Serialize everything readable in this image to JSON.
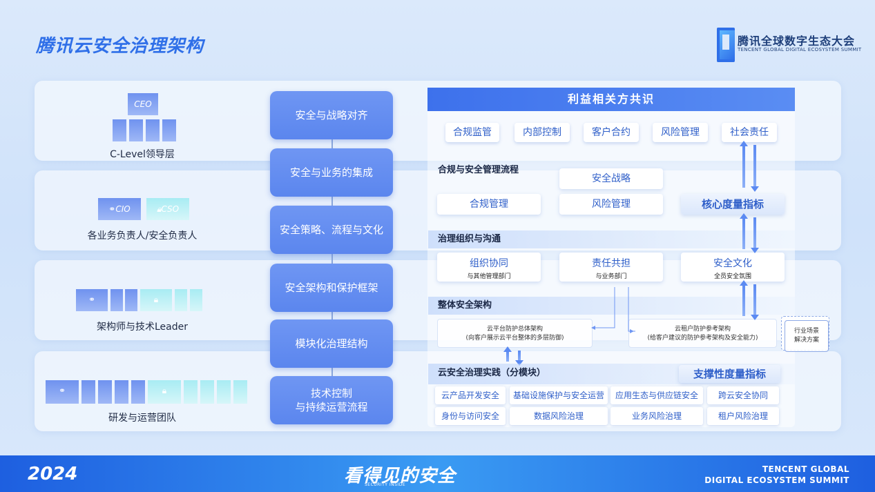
{
  "title": "腾讯云安全治理架构",
  "logo": {
    "name": "腾讯全球数字生态大会",
    "subtitle": "TENCENT GLOBAL DIGITAL ECOSYSTEM SUMMIT"
  },
  "tiers": [
    {
      "label": "C-Level领导层",
      "chip": "CEO"
    },
    {
      "label": "各业务负责人/安全负责人",
      "chips": [
        "CIO",
        "CSO"
      ]
    },
    {
      "label": "架构师与技术Leader"
    },
    {
      "label": "研发与运营团队"
    }
  ],
  "pillars": [
    "安全与战略对齐",
    "安全与业务的集成",
    "安全策略、流程与文化",
    "安全架构和保护框架",
    "模块化治理结构",
    "技术控制",
    "与持续运营流程"
  ],
  "consensus": {
    "title": "利益相关方共识",
    "tags": [
      "合规监管",
      "内部控制",
      "客户合约",
      "风险管理",
      "社会责任"
    ]
  },
  "compliance": {
    "title": "合规与安全管理流程",
    "strategy": "安全战略",
    "items": [
      "合规管理",
      "风险管理"
    ],
    "metric": "核心度量指标"
  },
  "org": {
    "title": "治理组织与沟通",
    "items": [
      {
        "label": "组织协同",
        "sub": "与其他管理部门"
      },
      {
        "label": "责任共担",
        "sub": "与业务部门"
      },
      {
        "label": "安全文化",
        "sub": "全员安全氛围"
      }
    ]
  },
  "arch": {
    "title": "整体安全架构",
    "platform": {
      "line1": "云平台防护总体架构",
      "line2": "(向客户展示云平台整体的多层防御)"
    },
    "tenant": {
      "line1": "云租户防护参考架构",
      "line2": "(给客户建议的防护参考架构及安全能力)"
    },
    "scenario": {
      "line1": "行业场景",
      "line2": "解决方案"
    }
  },
  "practice": {
    "title": "云安全治理实践（分模块）",
    "metric": "支撑性度量指标",
    "row1": [
      "云产品开发安全",
      "基础设施保护与安全运营",
      "应用生态与供应链安全",
      "跨云安全协同"
    ],
    "row2": [
      "身份与访问安全",
      "数据风险治理",
      "业务风险治理",
      "租户风险治理"
    ]
  },
  "footer": {
    "year": "2024",
    "slogan": "看得见的安全",
    "slogan_sub": "SECURITY INSIDE",
    "right1": "TENCENT GLOBAL",
    "right2": "DIGITAL ECOSYSTEM SUMMIT"
  },
  "colors": {
    "accent": "#2f6fe8",
    "pill": "#6f96f3",
    "footer": "#1e5fe0"
  }
}
